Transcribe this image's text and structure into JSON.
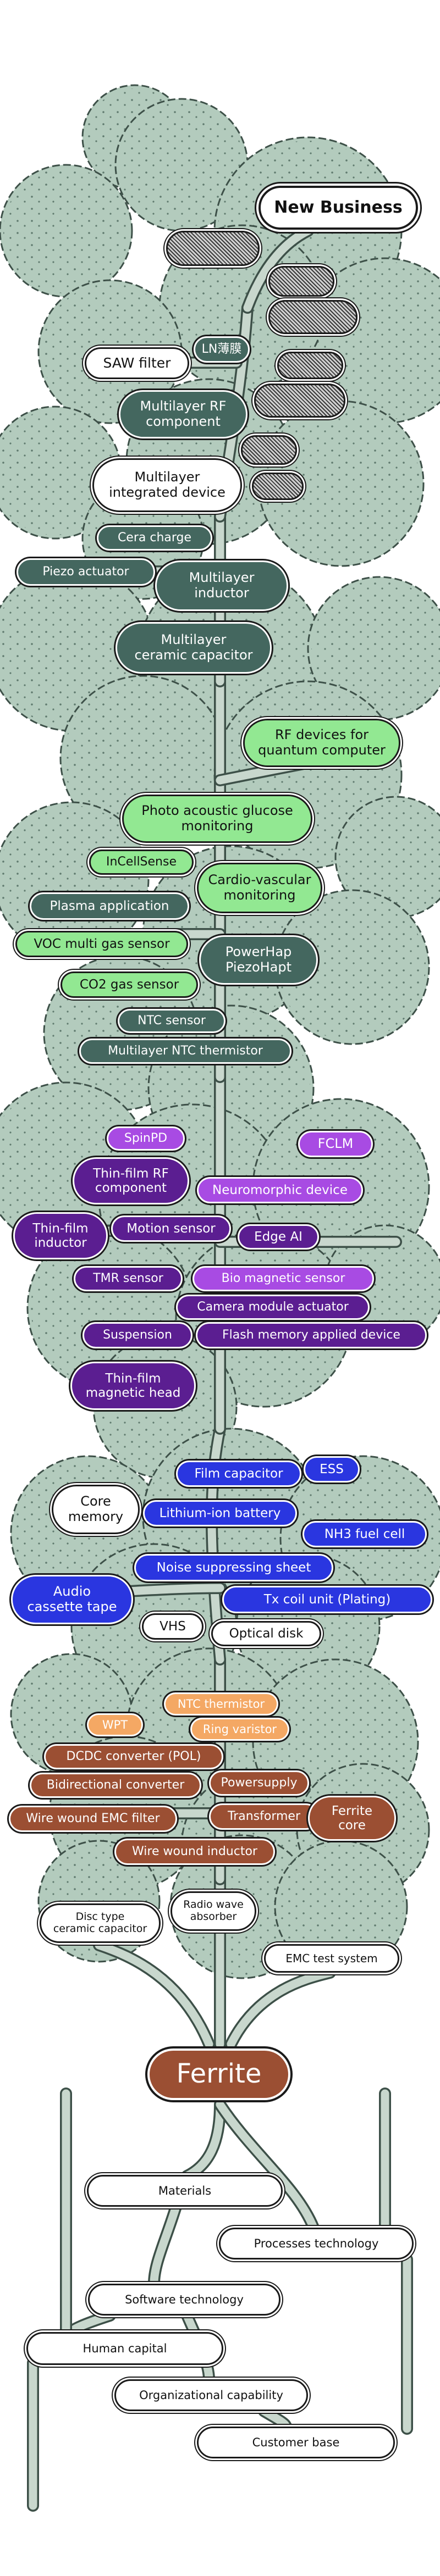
{
  "colors": {
    "canopy": "#b3cbbd",
    "branch": "#c8d7cd",
    "outline": "#3d5048",
    "teal": "#44675f",
    "green": "#92e892",
    "purple": "#5b1e91",
    "violet": "#a84be3",
    "blue": "#2a36e0",
    "orange": "#f4a864",
    "brown": "#9b4f33"
  },
  "new_business": {
    "title": "New Business",
    "items": [
      {
        "id": "saw",
        "label": "SAW filter",
        "style": "white"
      },
      {
        "id": "ln",
        "label": "LN薄膜",
        "style": "teal"
      },
      {
        "id": "mlrf",
        "label": "Multilayer RF\ncomponent",
        "style": "teal"
      },
      {
        "id": "mlint",
        "label": "Multilayer\nintegrated device",
        "style": "white"
      }
    ]
  },
  "capacitor_zone": {
    "items": [
      {
        "id": "cera",
        "label": "Cera charge",
        "style": "teal"
      },
      {
        "id": "piezo",
        "label": "Piezo actuator",
        "style": "teal"
      },
      {
        "id": "mlind",
        "label": "Multilayer\ninductor",
        "style": "teal"
      },
      {
        "id": "mlcc",
        "label": "Multilayer\nceramic capacitor",
        "style": "teal"
      }
    ]
  },
  "sensor_zone": {
    "items": [
      {
        "id": "rfq",
        "label": "RF devices for\nquantum computer",
        "style": "green"
      },
      {
        "id": "photo",
        "label": "Photo acoustic glucose\nmonitoring",
        "style": "green"
      },
      {
        "id": "incell",
        "label": "InCellSense",
        "style": "green"
      },
      {
        "id": "cardio",
        "label": "Cardio-vascular\nmonitoring",
        "style": "green"
      },
      {
        "id": "plasma",
        "label": "Plasma application",
        "style": "teal"
      },
      {
        "id": "voc",
        "label": "VOC multi gas sensor",
        "style": "green"
      },
      {
        "id": "powerhap",
        "label": "PowerHap\nPiezoHapt",
        "style": "teal"
      },
      {
        "id": "co2",
        "label": "CO2 gas sensor",
        "style": "green"
      },
      {
        "id": "ntcs",
        "label": "NTC sensor",
        "style": "teal"
      },
      {
        "id": "mlntc",
        "label": "Multilayer NTC thermistor",
        "style": "teal"
      }
    ]
  },
  "magnetic_zone": {
    "items": [
      {
        "id": "spinpd",
        "label": "SpinPD",
        "style": "violet"
      },
      {
        "id": "fclm",
        "label": "FCLM",
        "style": "violet"
      },
      {
        "id": "tfrf",
        "label": "Thin-film RF\ncomponent",
        "style": "purple"
      },
      {
        "id": "neuro",
        "label": "Neuromorphic device",
        "style": "violet"
      },
      {
        "id": "tfind",
        "label": "Thin-film\ninductor",
        "style": "purple"
      },
      {
        "id": "motion",
        "label": "Motion sensor",
        "style": "purple"
      },
      {
        "id": "edgeai",
        "label": "Edge AI",
        "style": "purple"
      },
      {
        "id": "tmr",
        "label": "TMR sensor",
        "style": "purple"
      },
      {
        "id": "bio",
        "label": "Bio magnetic sensor",
        "style": "violet"
      },
      {
        "id": "camera",
        "label": "Camera module actuator",
        "style": "purple"
      },
      {
        "id": "susp",
        "label": "Suspension",
        "style": "purple"
      },
      {
        "id": "flash",
        "label": "Flash memory applied device",
        "style": "purple"
      },
      {
        "id": "tfhead",
        "label": "Thin-film\nmagnetic head",
        "style": "purple"
      }
    ]
  },
  "energy_zone": {
    "items": [
      {
        "id": "filmcap",
        "label": "Film capacitor",
        "style": "blue"
      },
      {
        "id": "ess",
        "label": "ESS",
        "style": "blue"
      },
      {
        "id": "core",
        "label": "Core\nmemory",
        "style": "white"
      },
      {
        "id": "liion",
        "label": "Lithium-ion battery",
        "style": "blue"
      },
      {
        "id": "nh3",
        "label": "NH3 fuel cell",
        "style": "blue"
      },
      {
        "id": "noise",
        "label": "Noise suppressing sheet",
        "style": "blue"
      },
      {
        "id": "audio",
        "label": "Audio\ncassette tape",
        "style": "blue"
      },
      {
        "id": "txcoil",
        "label": "Tx coil unit (Plating)",
        "style": "blue"
      },
      {
        "id": "vhs",
        "label": "VHS",
        "style": "white"
      },
      {
        "id": "optical",
        "label": "Optical disk",
        "style": "white"
      }
    ]
  },
  "power_zone": {
    "items": [
      {
        "id": "ntct",
        "label": "NTC thermistor",
        "style": "orange"
      },
      {
        "id": "wpt",
        "label": "WPT",
        "style": "orange"
      },
      {
        "id": "ring",
        "label": "Ring varistor",
        "style": "orange"
      },
      {
        "id": "dcdc",
        "label": "DCDC converter (POL)",
        "style": "brown"
      },
      {
        "id": "bidir",
        "label": "Bidirectional converter",
        "style": "brown"
      },
      {
        "id": "psu",
        "label": "Powersupply",
        "style": "brown"
      },
      {
        "id": "wwemc",
        "label": "Wire wound EMC filter",
        "style": "brown"
      },
      {
        "id": "trans",
        "label": "Transformer",
        "style": "brown"
      },
      {
        "id": "fcore",
        "label": "Ferrite\ncore",
        "style": "brown"
      },
      {
        "id": "wwind",
        "label": "Wire wound inductor",
        "style": "brown"
      }
    ]
  },
  "origin_zone": {
    "items": [
      {
        "id": "disc",
        "label": "Disc type\nceramic capacitor",
        "style": "white"
      },
      {
        "id": "radio",
        "label": "Radio wave\nabsorber",
        "style": "white"
      },
      {
        "id": "emc",
        "label": "EMC test system",
        "style": "white"
      }
    ]
  },
  "root": {
    "label": "Ferrite"
  },
  "foundations": {
    "items": [
      {
        "id": "mat",
        "label": "Materials"
      },
      {
        "id": "proc",
        "label": "Processes technology"
      },
      {
        "id": "soft",
        "label": "Software technology"
      },
      {
        "id": "human",
        "label": "Human capital"
      },
      {
        "id": "org",
        "label": "Organizational capability"
      },
      {
        "id": "cust",
        "label": "Customer base"
      }
    ]
  }
}
